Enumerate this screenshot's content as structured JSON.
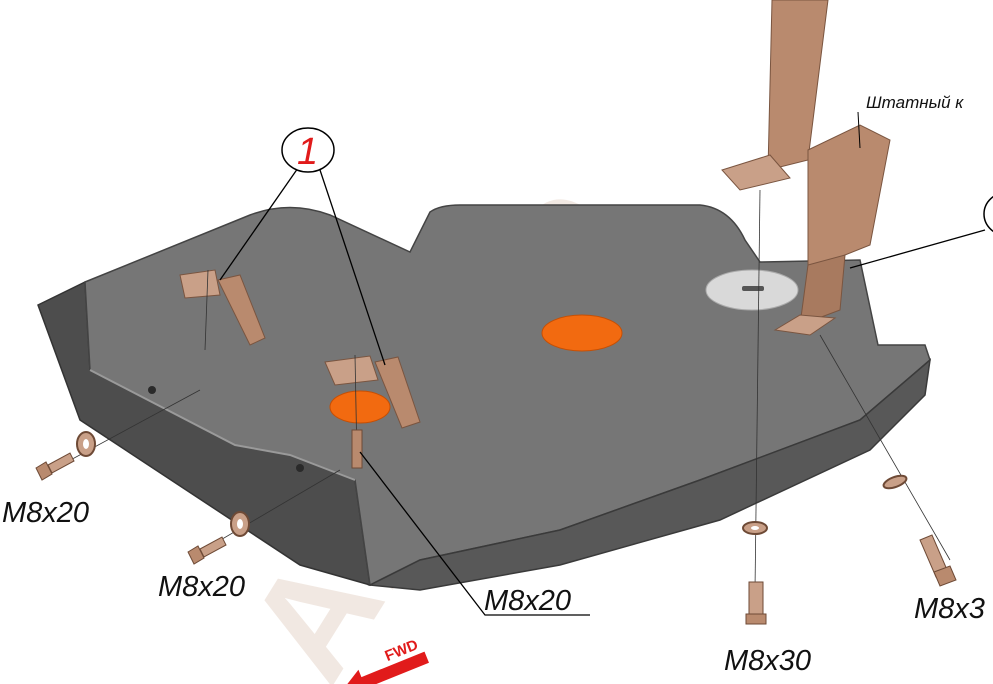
{
  "callout": {
    "number": "1"
  },
  "labels": {
    "note": "Штатный к",
    "bolt_left_1": "M8x20",
    "bolt_left_2": "M8x20",
    "bolt_center": "M8x20",
    "bolt_right_1": "M8x30",
    "bolt_right_2": "M8x3"
  },
  "watermark": {
    "text": "ALFeco"
  },
  "direction": {
    "label": "FWD"
  },
  "colors": {
    "plate": "#6d6d6d",
    "plate_dark": "#4a4a4a",
    "bracket": "#b98a6e",
    "hole": "#f26a10",
    "callout": "#e11b1b",
    "watermark": "#f0e4dd"
  }
}
